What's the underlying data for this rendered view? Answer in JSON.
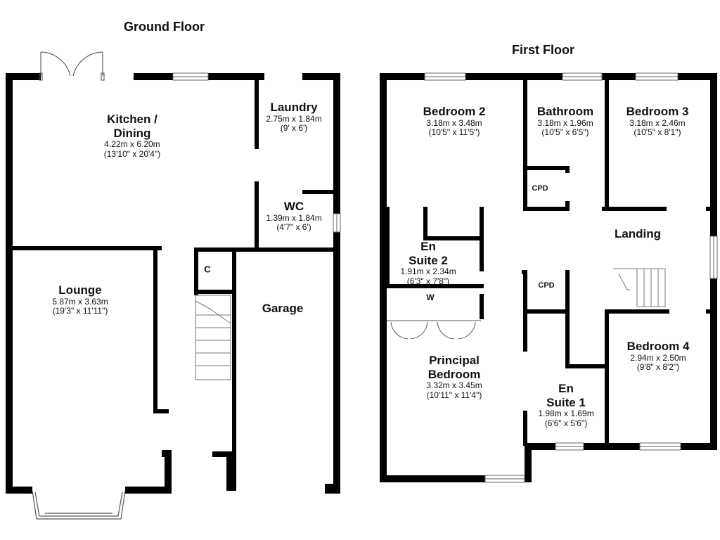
{
  "ground_floor": {
    "title": "Ground Floor",
    "rooms": {
      "kitchen": {
        "name": "Kitchen /\nDining",
        "metric": "4.22m x 6.20m",
        "imperial": "(13'10\" x 20'4\")"
      },
      "laundry": {
        "name": "Laundry",
        "metric": "2.75m x 1.84m",
        "imperial": "(9' x 6')"
      },
      "wc": {
        "name": "WC",
        "metric": "1.39m x 1.84m",
        "imperial": "(4'7\" x 6')"
      },
      "lounge": {
        "name": "Lounge",
        "metric": "5.87m x 3.63m",
        "imperial": "(19'3\" x 11'11\")"
      },
      "garage": {
        "name": "Garage"
      }
    },
    "cupboard": "C"
  },
  "first_floor": {
    "title": "First Floor",
    "rooms": {
      "bedroom2": {
        "name": "Bedroom 2",
        "metric": "3.18m x 3.48m",
        "imperial": "(10'5\" x 11'5\")"
      },
      "bathroom": {
        "name": "Bathroom",
        "metric": "3.18m x 1.96m",
        "imperial": "(10'5\" x 6'5\")"
      },
      "bedroom3": {
        "name": "Bedroom 3",
        "metric": "3.18m x 2.46m",
        "imperial": "(10'5\" x 8'1\")"
      },
      "ensuite2": {
        "name": "En\nSuite 2",
        "metric": "1.91m x 2.34m",
        "imperial": "(6'3\" x 7'8\")"
      },
      "landing": {
        "name": "Landing"
      },
      "principal": {
        "name": "Principal\nBedroom",
        "metric": "3.32m x 3.45m",
        "imperial": "(10'11\" x 11'4\")"
      },
      "ensuite1": {
        "name": "En\nSuite 1",
        "metric": "1.98m x 1.69m",
        "imperial": "(6'6\" x 5'6\")"
      },
      "bedroom4": {
        "name": "Bedroom 4",
        "metric": "2.94m x 2.50m",
        "imperial": "(9'8\" x 8'2\")"
      }
    },
    "cpd_top": "CPD",
    "cpd_mid": "CPD",
    "wardrobe": "W"
  }
}
